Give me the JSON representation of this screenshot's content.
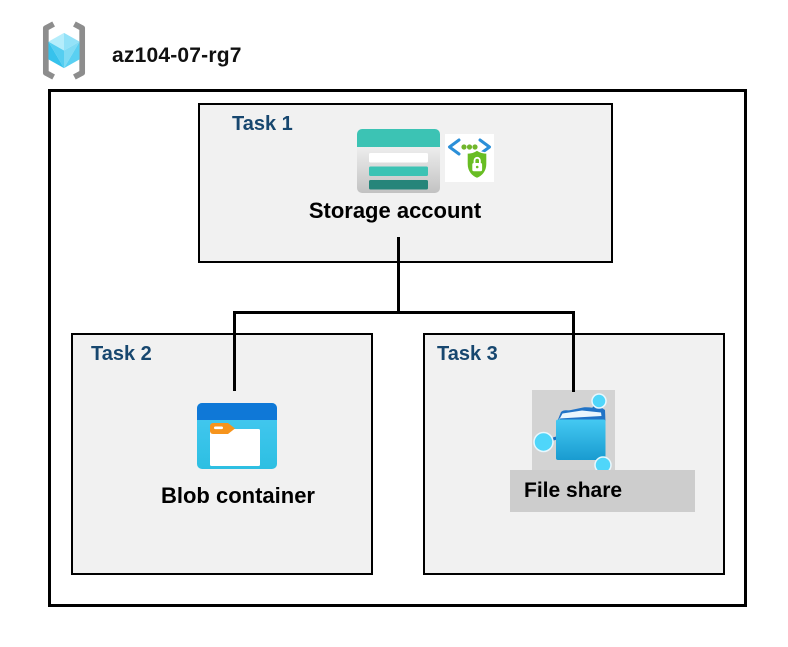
{
  "header": {
    "resource_group_name": "az104-07-rg7",
    "resource_group_icon": "resource-group-icon"
  },
  "colors": {
    "task_label_navy": "#17476F",
    "box_background": "#F1F1F1",
    "border_black": "#000000",
    "storage_teal": "#3CC3B4",
    "storage_dark_teal": "#267D73",
    "azure_blue": "#0F78D7",
    "folder_cyan": "#35C1EA",
    "tab_orange": "#F6941C",
    "security_green": "#68BD23",
    "bracket_gray": "#8D8D8D",
    "fileshare_icon_bg": "#D3D3D3",
    "fileshare_label_bg": "#CDCDCD"
  },
  "diagram": {
    "tasks": [
      {
        "label": "Task 1",
        "resource": "Storage account",
        "icons": [
          "storage-account-icon",
          "sas-security-icon"
        ]
      },
      {
        "label": "Task 2",
        "resource": "Blob container",
        "icons": [
          "blob-container-icon"
        ]
      },
      {
        "label": "Task 3",
        "resource": "File share",
        "icons": [
          "file-share-icon"
        ]
      }
    ],
    "connections": [
      {
        "from": "Storage account",
        "to": "Blob container"
      },
      {
        "from": "Storage account",
        "to": "File share"
      }
    ]
  }
}
